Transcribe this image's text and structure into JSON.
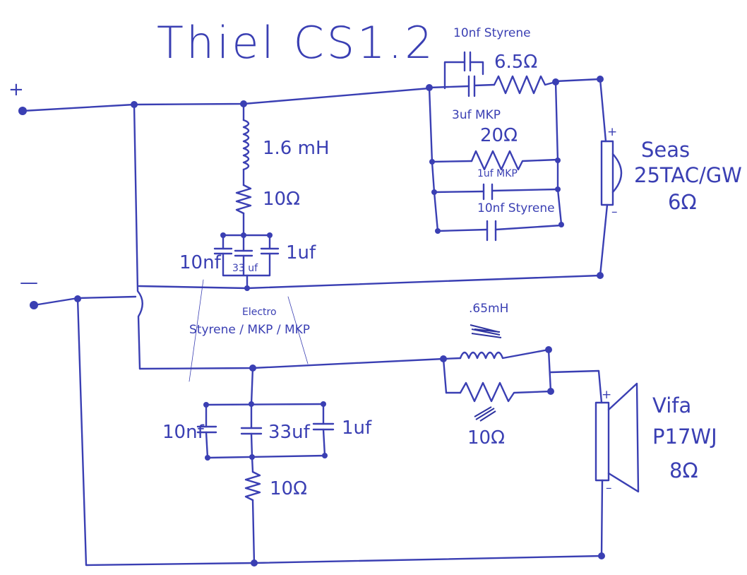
{
  "title": "Thiel CS1.2",
  "terminals": {
    "plus": "+",
    "minus": "—"
  },
  "tweeter": {
    "polarity_plus": "+",
    "polarity_minus": "–",
    "brand": "Seas",
    "model": "25TAC/GW",
    "impedance": "6Ω"
  },
  "woofer": {
    "polarity_plus": "+",
    "polarity_minus": "–",
    "brand": "Vifa",
    "model": "P17WJ",
    "impedance": "8Ω"
  },
  "components": {
    "tweeter_cap_10nf": "10nf Styrene",
    "tweeter_res_6_5": "6.5Ω",
    "tweeter_cap_3uf": "3uf MKP",
    "tweeter_res_20": "20Ω",
    "tweeter_cap_1uf": "1uf MKP",
    "tweeter_cap_10nf_b": "10nf Styrene",
    "shunt_inductor": "1.6 mH",
    "shunt_res_top": "10Ω",
    "shunt_cap_10nf": "10nf",
    "shunt_cap_33uf": "33 uf",
    "shunt_cap_1uf": "1uf",
    "cap_note_electro": "Electro",
    "cap_note_types": "Styrene / MKP / MKP",
    "woofer_inductor": ".65mH",
    "woofer_res": "10Ω",
    "bottom_cap_10nf": "10nf",
    "bottom_cap_33uf": "33uf",
    "bottom_cap_1uf": "1uf",
    "bottom_res": "10Ω"
  }
}
